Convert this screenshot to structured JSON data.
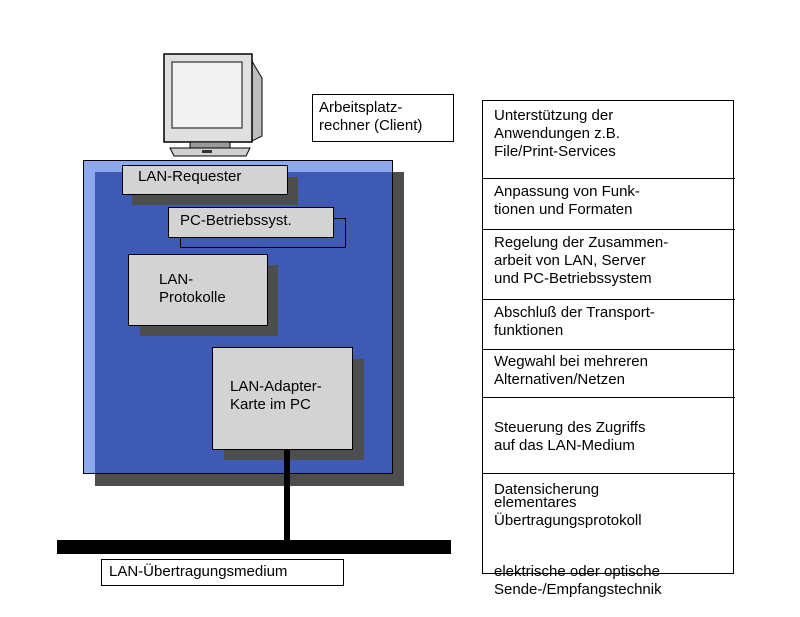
{
  "client_label": "Arbeitsplatz-\nrechner (Client)",
  "components": {
    "lan_requester": "LAN-Requester",
    "pc_os": "PC-Betriebssyst.",
    "lan_protocols": "LAN-\nProtokolle",
    "adapter_card": "LAN-Adapter-\nKarte im PC"
  },
  "medium_label": "LAN-Übertragungsmedium",
  "layers": [
    "Unterstützung der\nAnwendungen z.B.\nFile/Print-Services",
    "Anpassung von Funk-\ntionen und Formaten",
    "Regelung der Zusammen-\narbeit von LAN, Server\nund PC-Betriebssystem",
    "Abschluß der Transport-\nfunktionen",
    "Wegwahl bei mehreren\nAlternativen/Netzen",
    "Steuerung des Zugriffs\nauf das LAN-Medium",
    "Datensicherung",
    "elementares\nÜbertragungsprotokoll",
    "elektrische oder optische\nSende-/Empfangstechnik"
  ],
  "colors": {
    "pc_frame": "#8ea8ee",
    "pc_inner": "#3f5ab5",
    "component_fill": "#d3d3d3",
    "shadow": "#4d4d4d",
    "medium_bar": "#000000"
  }
}
